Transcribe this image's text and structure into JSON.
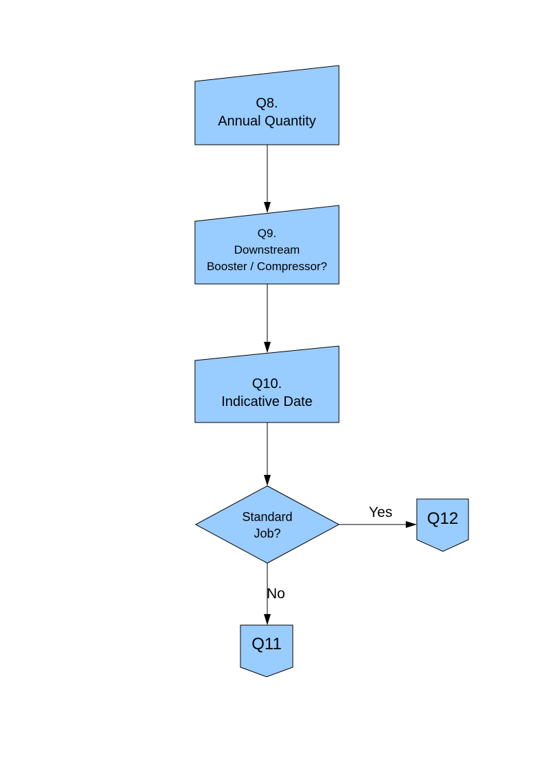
{
  "page": {
    "background": "#FFFFFF"
  },
  "diagram": {
    "style": {
      "node_fill": "#99CCFF",
      "node_stroke": "#000000",
      "text_color": "#000000"
    },
    "nodes": [
      {
        "id": "q8",
        "shape": "manual-input",
        "lines": [
          "Q8.",
          "Annual Quantity"
        ]
      },
      {
        "id": "q9",
        "shape": "manual-input",
        "lines": [
          "Q9.",
          "Downstream",
          "Booster / Compressor?"
        ]
      },
      {
        "id": "q10",
        "shape": "manual-input",
        "lines": [
          "Q10.",
          "Indicative Date"
        ]
      },
      {
        "id": "standard-job",
        "shape": "decision",
        "lines": [
          "Standard",
          "Job?"
        ]
      },
      {
        "id": "q12",
        "shape": "off-page-connector",
        "lines": [
          "Q12"
        ]
      },
      {
        "id": "q11",
        "shape": "off-page-connector",
        "lines": [
          "Q11"
        ]
      }
    ],
    "edges": [
      {
        "from": "q8",
        "to": "q9",
        "label": ""
      },
      {
        "from": "q9",
        "to": "q10",
        "label": ""
      },
      {
        "from": "q10",
        "to": "standard-job",
        "label": ""
      },
      {
        "from": "standard-job",
        "to": "q12",
        "label": "Yes"
      },
      {
        "from": "standard-job",
        "to": "q11",
        "label": "No"
      }
    ]
  }
}
